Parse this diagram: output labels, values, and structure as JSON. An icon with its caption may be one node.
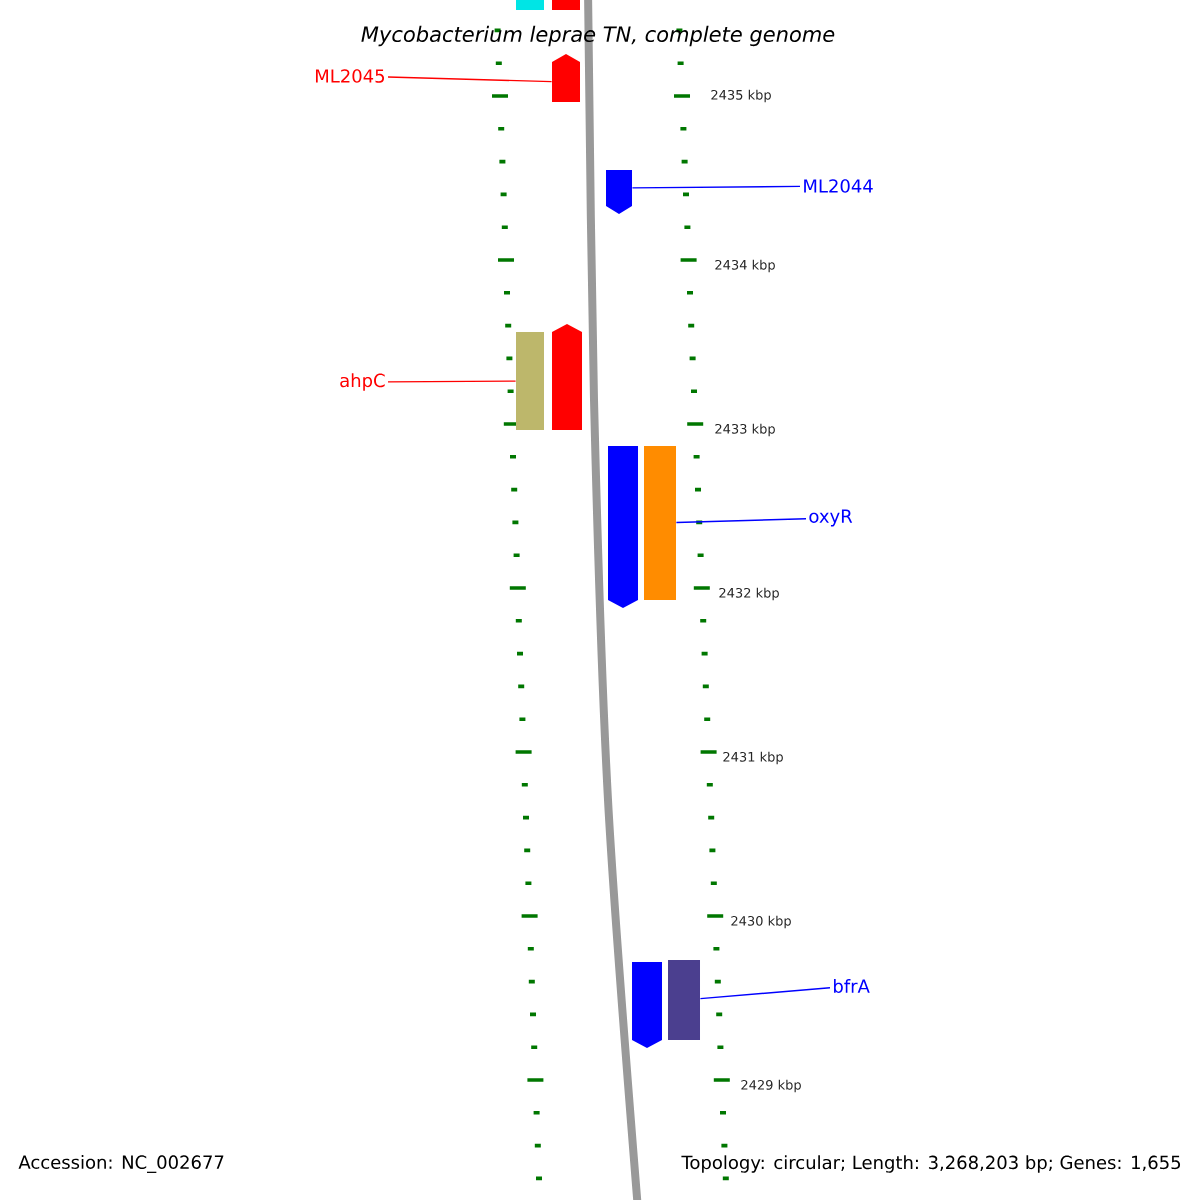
{
  "diagram": {
    "title": "Mycobacterium leprae TN, complete genome",
    "nodes": [
      {
        "text": [],
        "shape": "box"
      },
      {
        "text": [],
        "shape": "box"
      },
      {
        "text": [
          "ML2045"
        ]
      },
      {
        "text": [],
        "shape": "box"
      },
      {
        "text": [
          "ML2044"
        ]
      },
      {
        "text": [],
        "shape": "box"
      },
      {
        "text": [
          "ahpC"
        ]
      },
      {
        "text": [],
        "shape": "box"
      },
      {
        "text": [],
        "shape": "box"
      },
      {
        "text": [
          "oxyR"
        ]
      },
      {
        "text": [],
        "shape": "box"
      },
      {
        "text": [],
        "shape": "box"
      },
      {
        "text": [
          "bfrA"
        ]
      },
      {
        "text": [],
        "shape": "box"
      },
      {
        "text": [],
        "shape": "box"
      }
    ],
    "edges": [
      {
        "from": 2,
        "to": 3,
        "arrow": "none",
        "color": "#ff0000"
      },
      {
        "from": 4,
        "to": 5,
        "arrow": "none"
      },
      {
        "from": 6,
        "to": 7,
        "arrow": "none",
        "color": "#ff0000"
      },
      {
        "from": 9,
        "to": 11,
        "arrow": "none"
      },
      {
        "from": 12,
        "to": 14,
        "arrow": "none"
      }
    ],
    "labels": [
      "2435 kbp",
      "2434 kbp",
      "2433 kbp",
      "2432 kbp",
      "2431 kbp",
      "2430 kbp",
      "2429 kbp",
      "Accession: NC_002677",
      "Topology: circular; Length: 3,268,203 bp; Genes: 1,655"
    ]
  }
}
